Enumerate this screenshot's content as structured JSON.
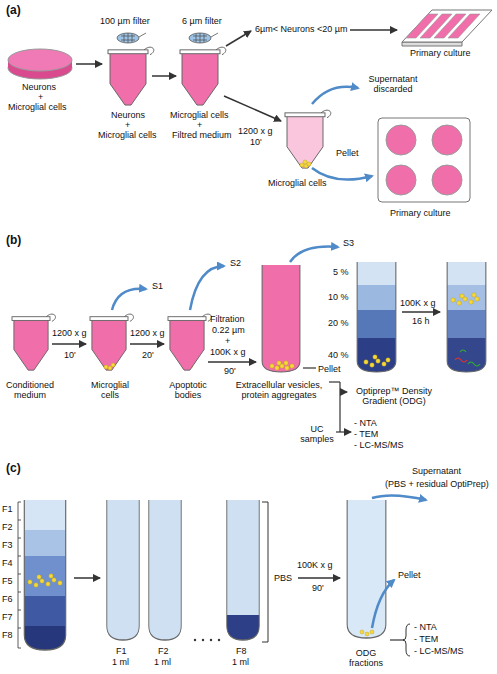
{
  "diagram": {
    "labels": [
      "(a)",
      "Neurons",
      "+",
      "Microglial cells",
      "100 µm filter",
      "6 µm filter",
      "Neurons",
      "+",
      "Microglial cells",
      "Microglial cells",
      "+",
      "Filtred medium",
      "6µm< Neurons <20 µm",
      "Primary culture",
      "1200 x g",
      "10'",
      "Supernatant discarded",
      "Pellet",
      "Microglial cells",
      "Primary culture",
      "(b)",
      "Conditioned medium",
      "1200 x g",
      "10'",
      "S1",
      "Microglial cells",
      "1200 x g",
      "20'",
      "S2",
      "Apoptotic bodies",
      "Filtration",
      "0.22 µm",
      "+",
      "100K x g",
      "90'",
      "S3",
      "Extracellular vesicles, protein aggregates",
      "Pellet",
      "Optiprep™ Density Gradient (ODG)",
      "UC samples",
      "- NTA",
      "- TEM",
      "- LC-MS/MS",
      "5 %",
      "10 %",
      "20 %",
      "40 %",
      "100K x g",
      "16 h",
      "(c)",
      "F1",
      "F2",
      "F3",
      "F4",
      "F5",
      "F6",
      "F7",
      "F8",
      "F1",
      "1 ml",
      "F2",
      "1 ml",
      "F8",
      "1 ml",
      "PBS",
      "100K x g",
      "90'",
      "Supernatant",
      "(PBS + residual OptiPrep)",
      "Pellet",
      "ODG fractions",
      "- NTA",
      "- TEM",
      "- LC-MS/MS"
    ]
  }
}
